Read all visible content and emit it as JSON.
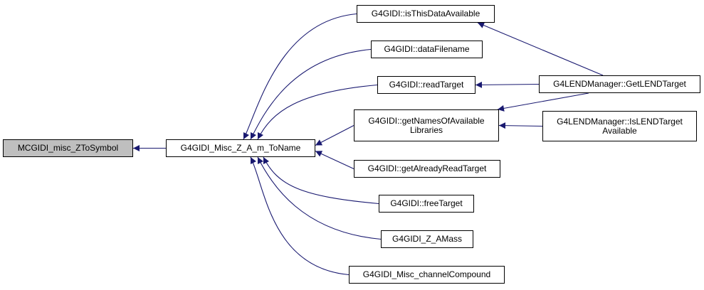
{
  "colors": {
    "edge": "#191970",
    "root_fill": "#bfbfbf",
    "node_fill": "#ffffff",
    "border": "#000000"
  },
  "nodes": {
    "zto_symbol": "MCGIDI_misc_ZToSymbol",
    "z_a_m_to_name": "G4GIDI_Misc_Z_A_m_ToName",
    "is_this_data_available": "G4GIDI::isThisDataAvailable",
    "data_filename": "G4GIDI::dataFilename",
    "read_target": "G4GIDI::readTarget",
    "get_names_line1": "G4GIDI::getNamesOfAvailable",
    "get_names_line2": "Libraries",
    "get_already_read_target": "G4GIDI::getAlreadyReadTarget",
    "free_target": "G4GIDI::freeTarget",
    "z_amass": "G4GIDI_Z_AMass",
    "misc_channel_compound": "G4GIDI_Misc_channelCompound",
    "get_lend_target": "G4LENDManager::GetLENDTarget",
    "is_lend_target_line1": "G4LENDManager::IsLENDTarget",
    "is_lend_target_line2": "Available"
  },
  "edges": [
    [
      "z_a_m_to_name",
      "zto_symbol"
    ],
    [
      "is_this_data_available",
      "z_a_m_to_name"
    ],
    [
      "data_filename",
      "z_a_m_to_name"
    ],
    [
      "read_target",
      "z_a_m_to_name"
    ],
    [
      "get_names_of_available_libraries",
      "z_a_m_to_name"
    ],
    [
      "get_already_read_target",
      "z_a_m_to_name"
    ],
    [
      "free_target",
      "z_a_m_to_name"
    ],
    [
      "z_amass",
      "z_a_m_to_name"
    ],
    [
      "misc_channel_compound",
      "z_a_m_to_name"
    ],
    [
      "get_lend_target",
      "is_this_data_available"
    ],
    [
      "get_lend_target",
      "read_target"
    ],
    [
      "get_lend_target",
      "get_names_of_available_libraries"
    ],
    [
      "is_lend_target_available",
      "get_names_of_available_libraries"
    ]
  ]
}
